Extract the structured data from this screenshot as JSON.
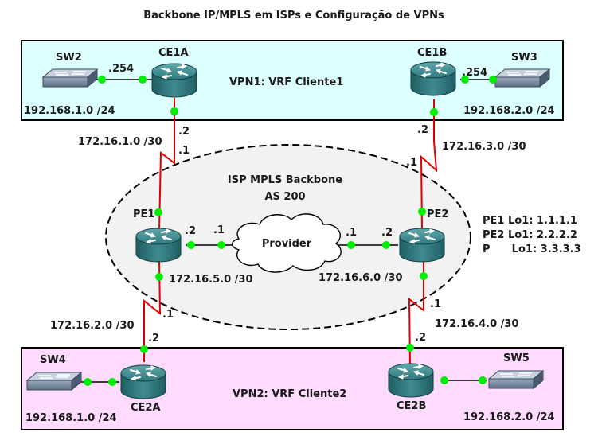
{
  "title": "Backbone IP/MPLS em ISPs e Configuração de VPNs",
  "vpn1": {
    "label": "VPN1: VRF Cliente1",
    "fill": "#dcffff",
    "ce1a": "CE1A",
    "ce1b": "CE1B",
    "sw2": "SW2",
    "sw3": "SW3",
    "lan_left": "192.168.1.0 /24",
    "lan_right": "192.168.2.0 /24",
    "ip_left": ".254",
    "ip_right": ".254"
  },
  "vpn2": {
    "label": "VPN2: VRF Cliente2",
    "fill": "#ffdcff",
    "ce2a": "CE2A",
    "ce2b": "CE2B",
    "sw4": "SW4",
    "sw5": "SW5",
    "lan_left": "192.168.1.0 /24",
    "lan_right": "192.168.2.0 /24"
  },
  "backbone": {
    "title_line1": "ISP MPLS Backbone",
    "title_line2": "AS 200",
    "fill": "#f2f2f2",
    "pe1": "PE1",
    "pe2": "PE2",
    "provider": "Provider",
    "net_pe1_p": "172.16.5.0 /30",
    "net_p_pe2": "172.16.6.0 /30",
    "pe1_p_ip_pe": ".2",
    "pe1_p_ip_p": ".1",
    "p_pe2_ip_p": ".1",
    "p_pe2_ip_pe": ".2"
  },
  "wan_links": {
    "ce1a_pe1": {
      "net": "172.16.1.0 /30",
      "ce_ip": ".2",
      "pe_ip": ".1"
    },
    "ce1b_pe2": {
      "net": "172.16.3.0 /30",
      "ce_ip": ".2",
      "pe_ip": ".1"
    },
    "ce2a_pe1": {
      "net": "172.16.2.0 /30",
      "ce_ip": ".2",
      "pe_ip": ".1"
    },
    "ce2b_pe2": {
      "net": "172.16.4.0 /30",
      "ce_ip": ".2",
      "pe_ip": ".1"
    }
  },
  "loopbacks": [
    "PE1 Lo1: 1.1.1.1",
    "PE2 Lo1: 2.2.2.2",
    "P      Lo1: 3.3.3.3"
  ],
  "colors": {
    "serial_link": "#e00000",
    "ethernet_link": "#000000",
    "port_dot": "#00ee00",
    "router": "#2f6f73"
  }
}
